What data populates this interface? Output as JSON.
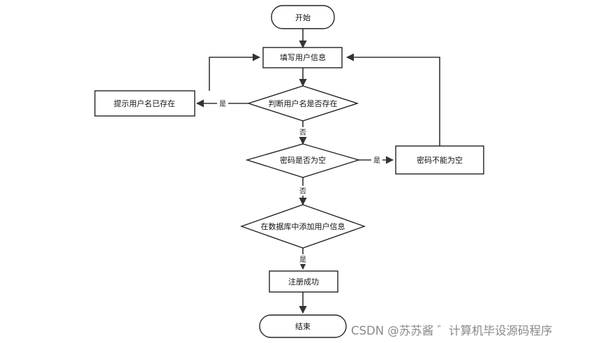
{
  "nodes": {
    "start": "开始",
    "fill_info": "填写用户信息",
    "check_username": "判断用户名是否存在",
    "username_exists": "提示用户名已存在",
    "check_password": "密码是否为空",
    "password_empty": "密码不能为空",
    "add_to_db": "在数据库中添加用户信息",
    "success": "注册成功",
    "end": "结束"
  },
  "edges": {
    "username_yes": "是",
    "username_no": "否",
    "password_yes": "是",
    "password_no": "否",
    "db_yes": "是"
  },
  "watermark": "CSDN @苏苏酱 ゛计算机毕设源码程序"
}
